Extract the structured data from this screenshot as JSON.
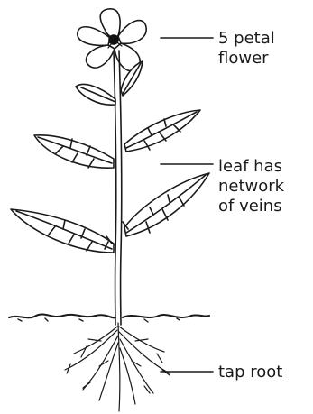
{
  "labels": {
    "flower": [
      "5 petal",
      "flower"
    ],
    "leaf": [
      "leaf has",
      "network",
      "of veins"
    ],
    "root": [
      "tap root"
    ]
  },
  "colors": {
    "ink": "#1a1a1a",
    "background": "#ffffff",
    "flower_center": "#111111"
  }
}
